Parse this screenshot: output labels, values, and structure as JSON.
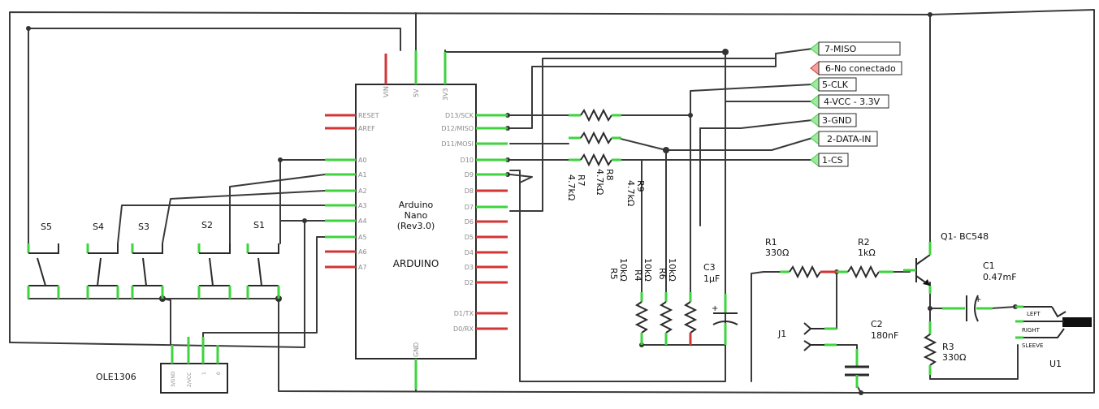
{
  "arduino": {
    "name": "Arduino Nano (Rev3.0)",
    "title_line1": "Arduino",
    "title_line2": "Nano",
    "title_line3": "(Rev3.0)",
    "label": "ARDUINO",
    "top_pins": [
      "VIN",
      "5V",
      "3V3"
    ],
    "bottom_pin": "GND",
    "left_pins": [
      "RESET",
      "AREF",
      "A0",
      "A1",
      "A2",
      "A3",
      "A4",
      "A5",
      "A6",
      "A7"
    ],
    "right_pins": [
      "D13/SCK",
      "D12/MISO",
      "D11/MOSI",
      "D10",
      "D9",
      "D8",
      "D7",
      "D6",
      "D5",
      "D4",
      "D3",
      "D2",
      "D1/TX",
      "D0/RX"
    ]
  },
  "sd_connector": {
    "pins": [
      "7-MISO",
      "6-No conectado",
      "5-CLK",
      "4-VCC - 3.3V",
      "3-GND",
      "2-DATA-IN",
      "1-CS"
    ]
  },
  "switches": [
    "S5",
    "S4",
    "S3",
    "S2",
    "S1"
  ],
  "oled": {
    "name": "OLE1306",
    "pins": [
      "3/GND",
      "2/VCC",
      "1",
      "0"
    ]
  },
  "resistors": {
    "R7": {
      "name": "R7",
      "value": "4.7kΩ"
    },
    "R8": {
      "name": "R8",
      "value": "4.7kΩ"
    },
    "R9": {
      "name": "R9",
      "value": "4.7kΩ"
    },
    "R5": {
      "name": "R5",
      "value": "10kΩ"
    },
    "R4": {
      "name": "R4",
      "value": "10kΩ"
    },
    "R6": {
      "name": "R6",
      "value": "10kΩ"
    },
    "R1": {
      "name": "R1",
      "value": "330Ω"
    },
    "R2": {
      "name": "R2",
      "value": "1kΩ"
    },
    "R3": {
      "name": "R3",
      "value": "330Ω"
    }
  },
  "capacitors": {
    "C3": {
      "name": "C3",
      "value": "1µF"
    },
    "C1": {
      "name": "C1",
      "value": "0.47mF"
    },
    "C2": {
      "name": "C2",
      "value": "180nF"
    }
  },
  "transistor": {
    "label": "Q1- BC548"
  },
  "jack_j1": {
    "name": "J1"
  },
  "audio_jack": {
    "name": "U1",
    "pins": [
      "LEFT",
      "RIGHT",
      "SLEEVE"
    ]
  },
  "colors": {
    "wire": "#3a3a3a",
    "connected_pin": "#3fd33f",
    "unconnected_pin": "#d33434",
    "not_connected_marker": "#f5a0a0"
  }
}
